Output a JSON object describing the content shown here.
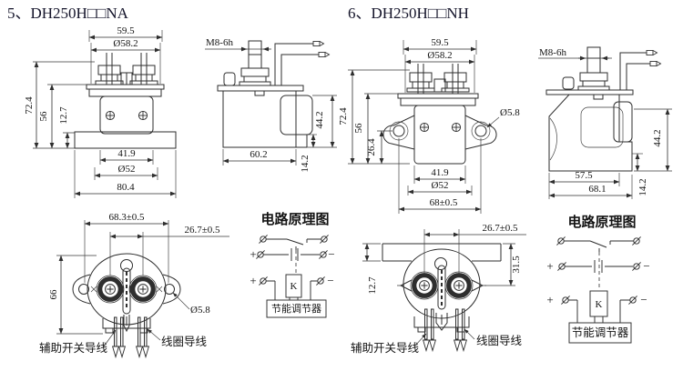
{
  "section5": {
    "title": "5、DH250H□□NA",
    "front": {
      "width_top": "59.5",
      "width_cap": "Ø58.2",
      "height_total": "72.4",
      "height_body": "56",
      "height_base": "12.7",
      "width_body": "41.9",
      "width_flange": "Ø52",
      "width_base": "80.4"
    },
    "side": {
      "thread": "M8-6h",
      "width": "60.2",
      "height_block": "44.2",
      "height_step": "14.2"
    },
    "bottom": {
      "span_holes": "68.3±0.5",
      "span_terminals": "26.7±0.5",
      "height": "66",
      "hole_dia": "Ø5.8",
      "aux_label": "辅助开关导线",
      "coil_label": "线圈导线"
    },
    "circuit": {
      "title": "电路原理图",
      "plus": "+",
      "minus": "−",
      "coil": "K",
      "regulator": "节能调节器"
    }
  },
  "section6": {
    "title": "6、DH250H□□NH",
    "front": {
      "width_top": "59.5",
      "width_cap": "Ø58.2",
      "height_total": "72.4",
      "height_body": "56",
      "height_ear": "26.4",
      "hole_dia": "Ø5.8",
      "width_body": "41.9",
      "width_flange": "Ø52",
      "span_ears": "68±0.5"
    },
    "side": {
      "thread": "M8-6h",
      "width_body": "57.5",
      "width_total": "68.1",
      "height_block": "44.2",
      "height_step": "14.2"
    },
    "bottom": {
      "span_terminals": "26.7±0.5",
      "height_upper": "31.5",
      "height_plate": "12.7",
      "aux_label": "辅助开关导线",
      "coil_label": "线圈导线"
    },
    "circuit": {
      "title": "电路原理图",
      "plus": "+",
      "minus": "−",
      "coil": "K",
      "regulator": "节能调节器"
    }
  }
}
